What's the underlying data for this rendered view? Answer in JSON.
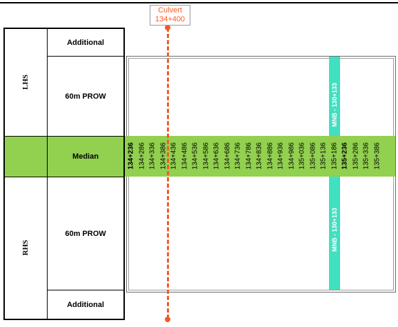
{
  "culvert": {
    "title": "Culvert",
    "chainage": "134+400"
  },
  "sides": {
    "lhs": "LHS",
    "rhs": "RHS"
  },
  "rows": {
    "top_additional": "Additional",
    "lhs_prow": "60m PROW",
    "median": "Median",
    "rhs_prow": "60m PROW",
    "bottom_additional": "Additional"
  },
  "chainages": [
    "134+236",
    "134+286",
    "134+336",
    "134+386",
    "134+436",
    "134+486",
    "134+536",
    "134+586",
    "134+636",
    "134+686",
    "134+736",
    "134+786",
    "134+836",
    "134+886",
    "134+936",
    "134+986",
    "135+036",
    "135+086",
    "135+136",
    "135+186",
    "135+236",
    "135+286",
    "135+336",
    "135+386"
  ],
  "bold_chainages": [
    "134+236",
    "135+236"
  ],
  "mnb": {
    "label_top": "MNB - 130+133",
    "label_bottom": "MNB - 130+133",
    "color": "#40e0c0"
  },
  "colors": {
    "median": "#92d050",
    "culvert": "#f05a28"
  }
}
